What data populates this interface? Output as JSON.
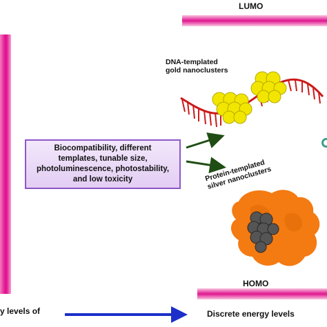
{
  "labels": {
    "lumo": "LUMO",
    "homo": "HOMO",
    "dna_line1": "DNA-templated",
    "dna_line2": "gold nanoclusters",
    "protein_line1": "Protein-templated",
    "protein_line2": "silver nanoclusters"
  },
  "properties_box": {
    "lines": [
      "Biocompatibility, different",
      "templates, tunable size,",
      "photoluminescence, photostability,",
      "and low toxicity"
    ]
  },
  "bottom": {
    "left_text": "y levels of",
    "right_text": "Discrete energy levels"
  },
  "colors": {
    "bar_magenta": "#e0158f",
    "bar_pink": "#f7a0cf",
    "arrow_blue": "#1c2fc9",
    "arrow_green": "#1f4d14",
    "dna_strand": "#cc1a1a",
    "gold_cluster": "#f2e600",
    "protein_orange": "#f47a12",
    "silver_cluster": "#555555",
    "box_fill": "#ead9f7",
    "box_border": "#8c56c7"
  }
}
